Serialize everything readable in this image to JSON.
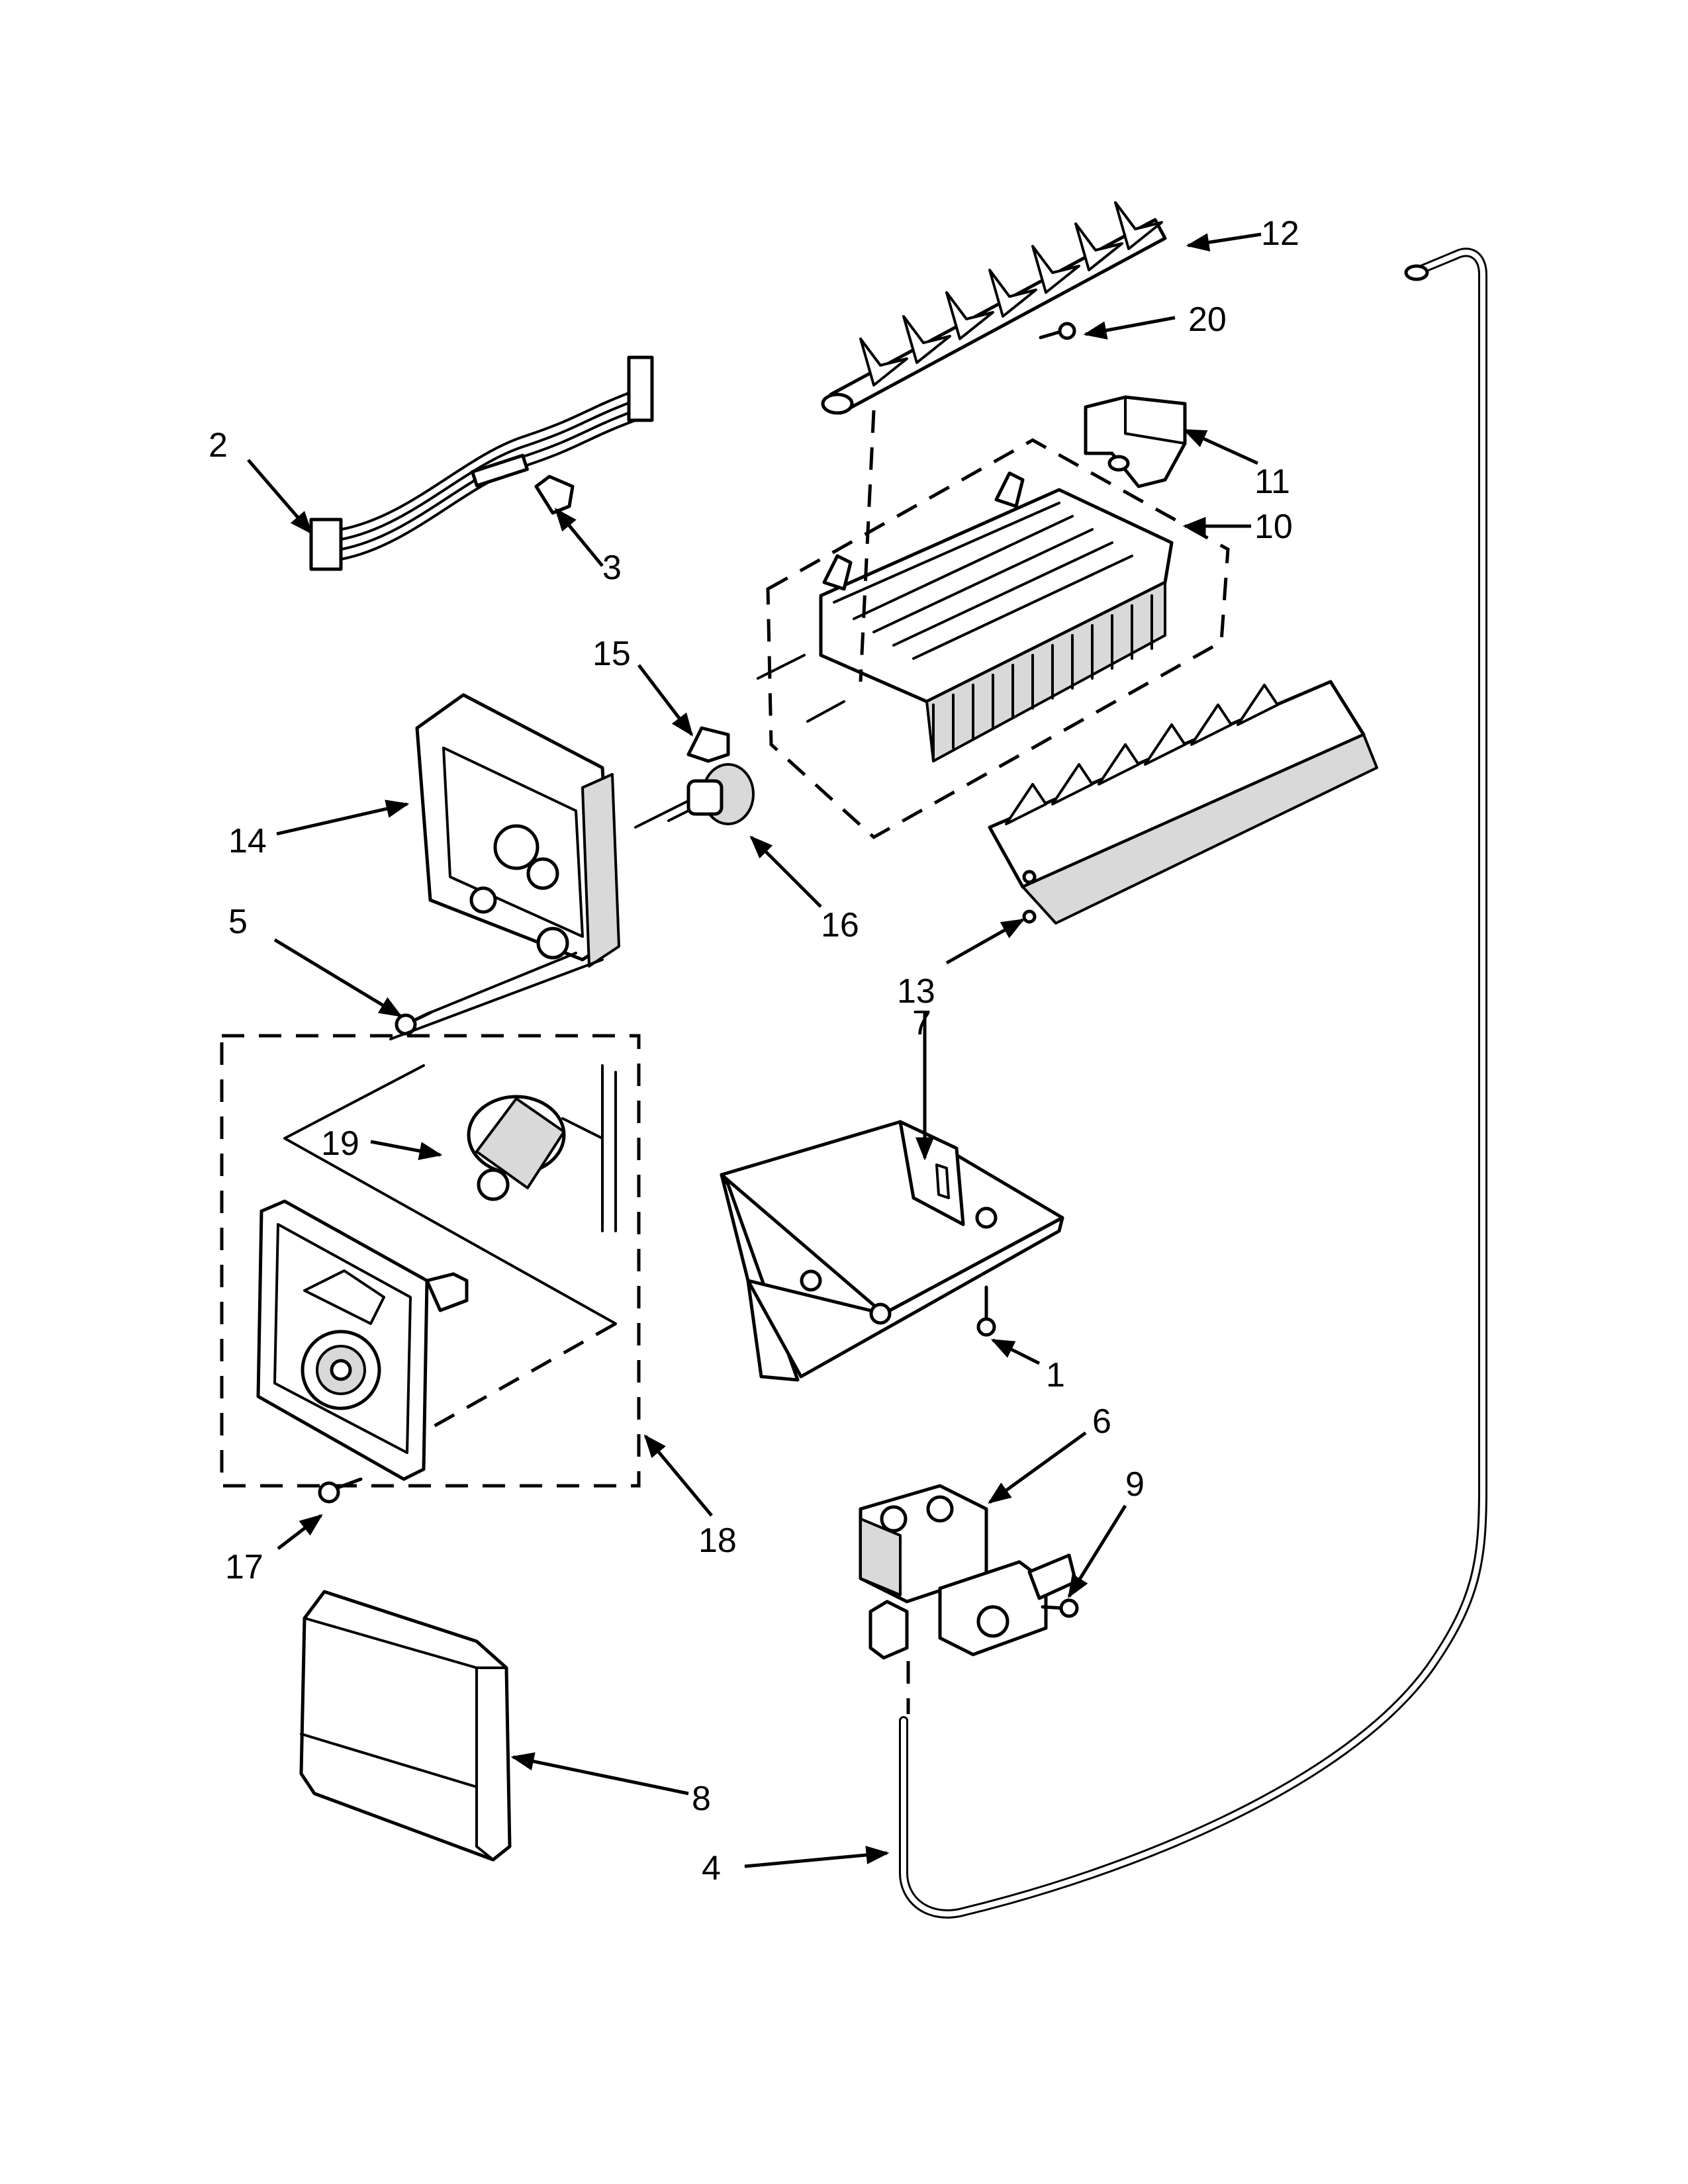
{
  "diagram": {
    "type": "exploded-parts-diagram",
    "callouts": [
      {
        "key": "p1",
        "label": "1"
      },
      {
        "key": "p2",
        "label": "2"
      },
      {
        "key": "p3",
        "label": "3"
      },
      {
        "key": "p4",
        "label": "4"
      },
      {
        "key": "p5",
        "label": "5"
      },
      {
        "key": "p6",
        "label": "6"
      },
      {
        "key": "p7",
        "label": "7"
      },
      {
        "key": "p8",
        "label": "8"
      },
      {
        "key": "p9",
        "label": "9"
      },
      {
        "key": "p10",
        "label": "10"
      },
      {
        "key": "p11",
        "label": "11"
      },
      {
        "key": "p12",
        "label": "12"
      },
      {
        "key": "p13",
        "label": "13"
      },
      {
        "key": "p14",
        "label": "14"
      },
      {
        "key": "p15",
        "label": "15"
      },
      {
        "key": "p16",
        "label": "16"
      },
      {
        "key": "p17",
        "label": "17"
      },
      {
        "key": "p18",
        "label": "18"
      },
      {
        "key": "p19",
        "label": "19"
      },
      {
        "key": "p20",
        "label": "20"
      }
    ]
  }
}
